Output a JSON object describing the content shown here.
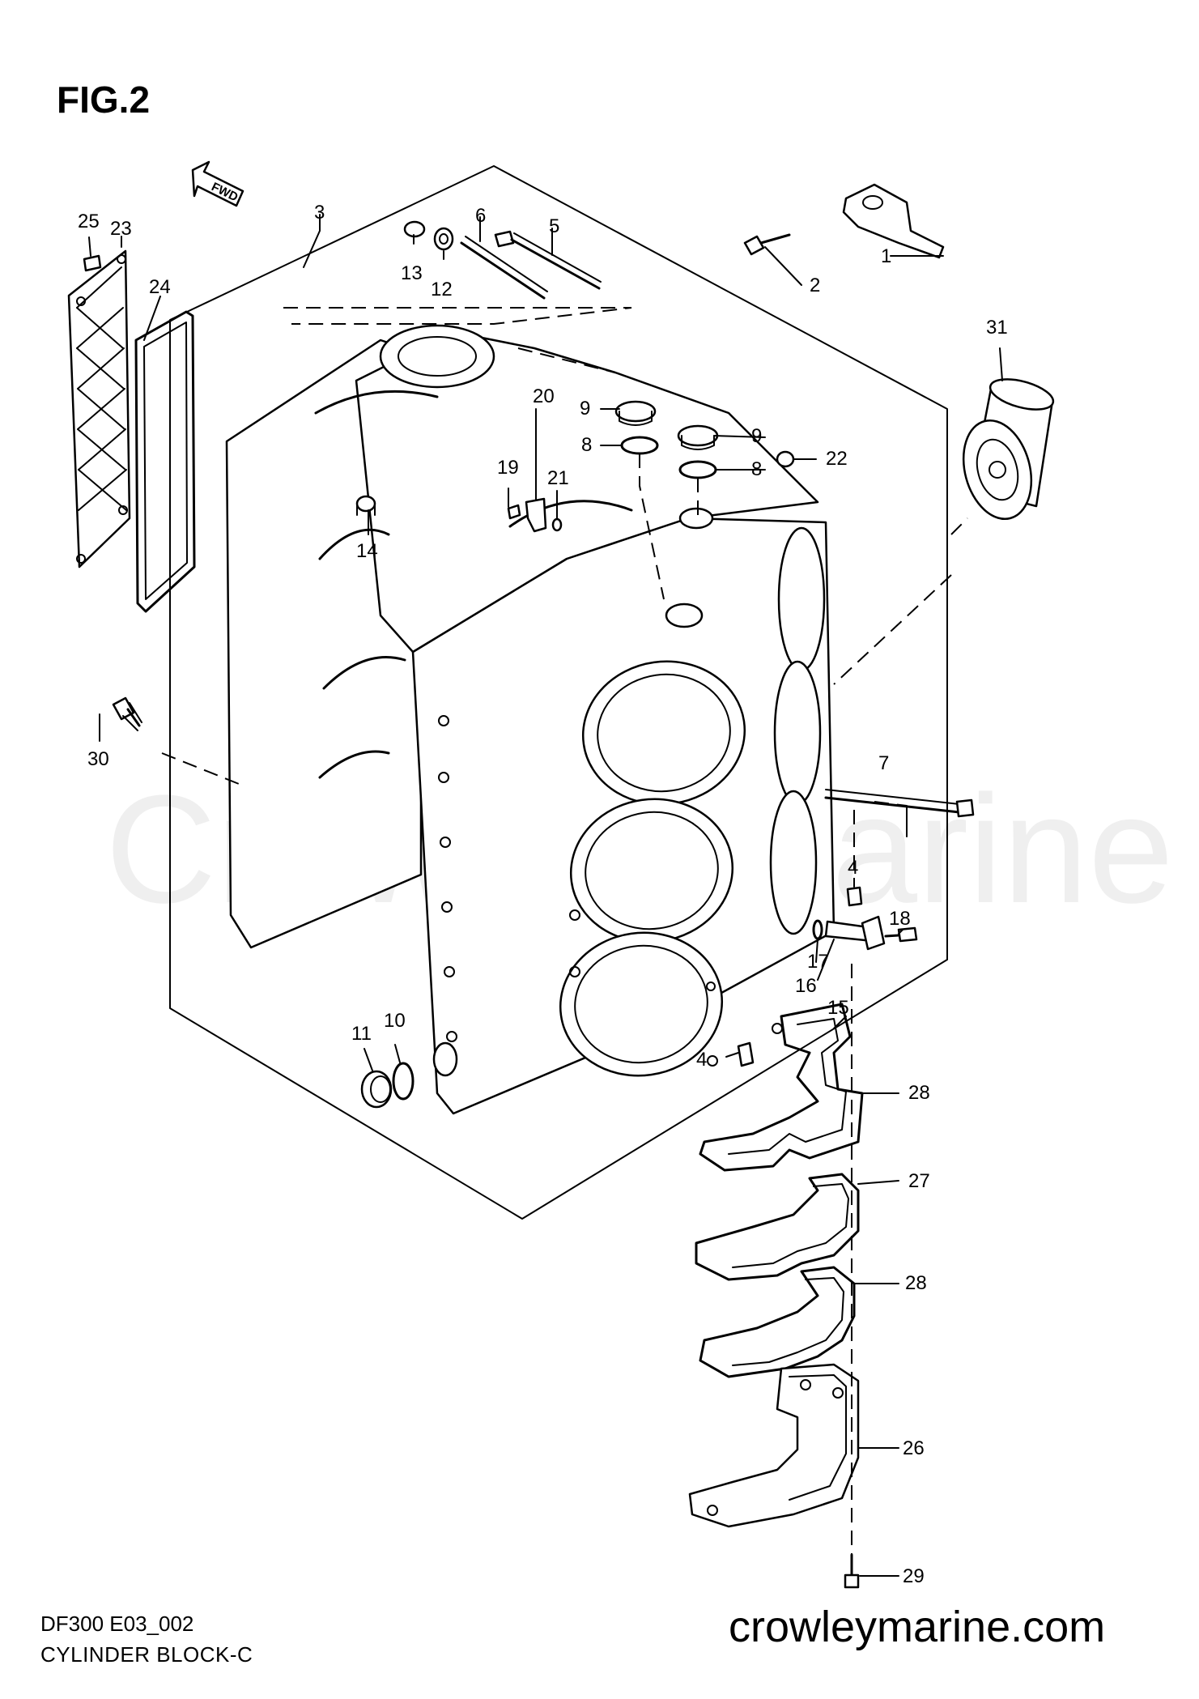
{
  "figure_title": "FIG.2",
  "model_code": "DF300 E03_002",
  "block_title": "CYLINDER BLOCK-C",
  "site_url": "crowleymarine.com",
  "watermark_text": "Crowley Marine",
  "fwd_label": "FWD",
  "callouts": {
    "c1": "1",
    "c2": "2",
    "c3": "3",
    "c4a": "4",
    "c4b": "4",
    "c5": "5",
    "c6": "6",
    "c7": "7",
    "c8a": "8",
    "c8b": "8",
    "c9a": "9",
    "c9b": "9",
    "c10": "10",
    "c11": "11",
    "c12": "12",
    "c13": "13",
    "c14": "14",
    "c15": "15",
    "c16": "16",
    "c17": "17",
    "c18": "18",
    "c19": "19",
    "c20": "20",
    "c21": "21",
    "c22": "22",
    "c23": "23",
    "c24": "24",
    "c25": "25",
    "c26": "26",
    "c27": "27",
    "c28a": "28",
    "c28b": "28",
    "c29": "29",
    "c30": "30",
    "c31": "31"
  }
}
